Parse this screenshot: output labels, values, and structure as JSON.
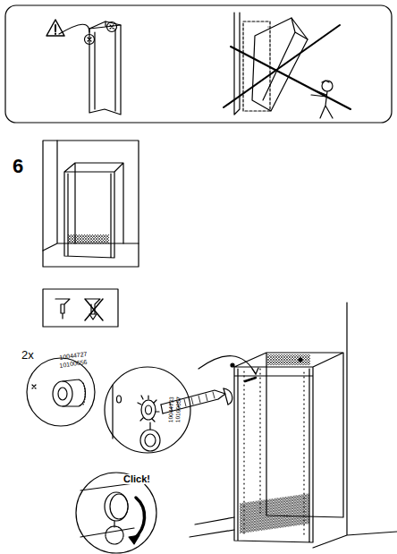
{
  "diagram": {
    "labels": [
      "6",
      "2x",
      "10044727",
      "10100656",
      "10044733",
      "10100657",
      "Click!"
    ]
  }
}
